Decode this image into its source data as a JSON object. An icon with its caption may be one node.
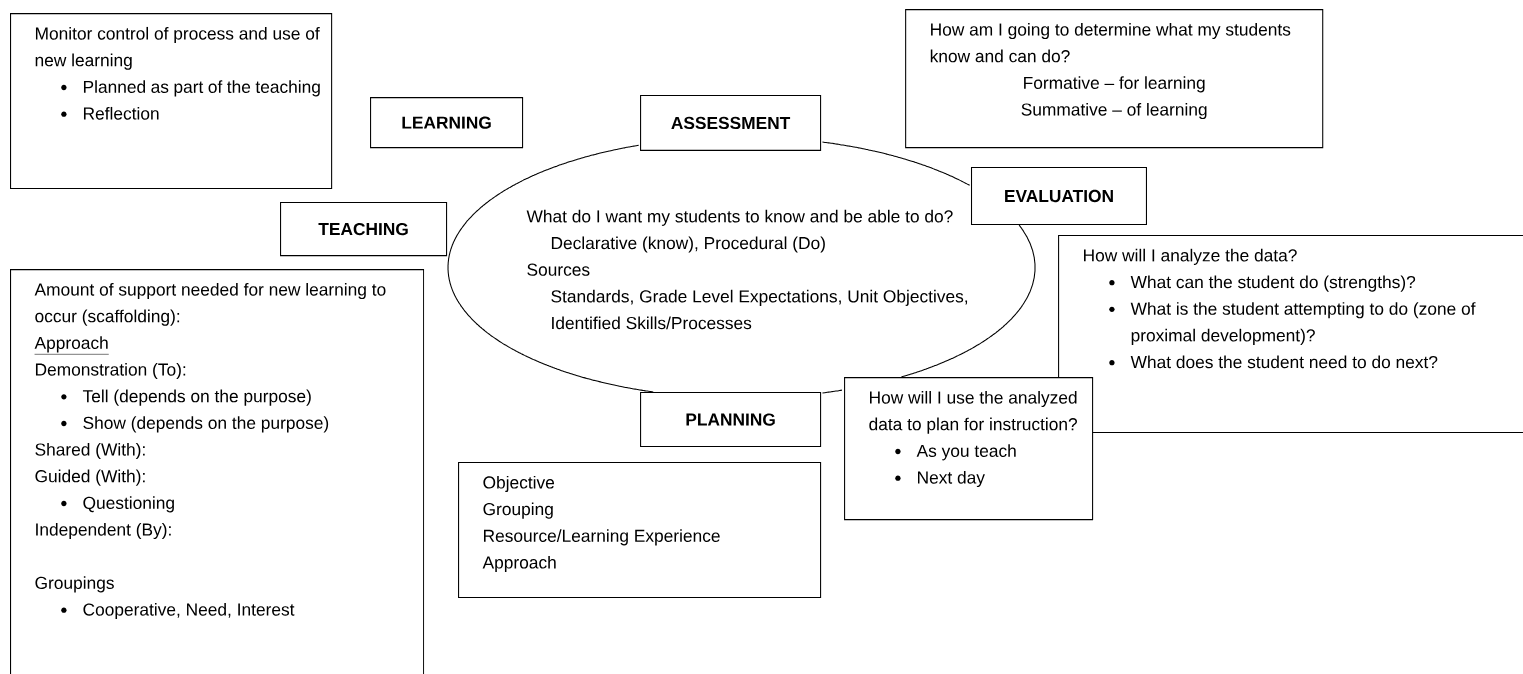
{
  "diagram": {
    "nodes": [
      {
        "text": [
          "Monitor control of process and use of new learning",
          "Planned as part of the teaching",
          "Reflection"
        ]
      },
      {
        "text": [
          "LEARNING"
        ]
      },
      {
        "text": [
          "ASSESSMENT"
        ]
      },
      {
        "text": [
          "How am I going to determine what my students know and can do?",
          "Formative – for learning",
          "Summative – of learning"
        ]
      },
      {
        "text": [
          "TEACHING"
        ]
      },
      {
        "text": [
          "What do I want my students to know and be able to do?",
          "Declarative (know), Procedural (Do)",
          "Sources",
          "Standards, Grade Level Expectations, Unit Objectives, Identified Skills/Processes"
        ]
      },
      {
        "text": [
          "EVALUATION"
        ]
      },
      {
        "text": [
          "Amount of support needed for new learning to occur (scaffolding):",
          "Approach",
          "Demonstration (To):",
          "Tell (depends on the purpose)",
          "Show (depends on the purpose)",
          "Shared (With):",
          "Guided (With):",
          "Questioning",
          "Independent (By):",
          "Groupings",
          "Cooperative, Need, Interest"
        ]
      },
      {
        "text": [
          "PLANNING"
        ]
      },
      {
        "text": [
          "How will I analyze the data?",
          "What can the student do (strengths)?",
          "What is the student attempting to do (zone of proximal development)?",
          "What does the student need to do next?"
        ]
      },
      {
        "text": [
          "Objective",
          "Grouping",
          "Resource/Learning Experience",
          "Approach"
        ]
      },
      {
        "text": [
          "How will I use the analyzed data to plan for instruction?",
          "As you teach",
          "Next day"
        ]
      }
    ]
  }
}
